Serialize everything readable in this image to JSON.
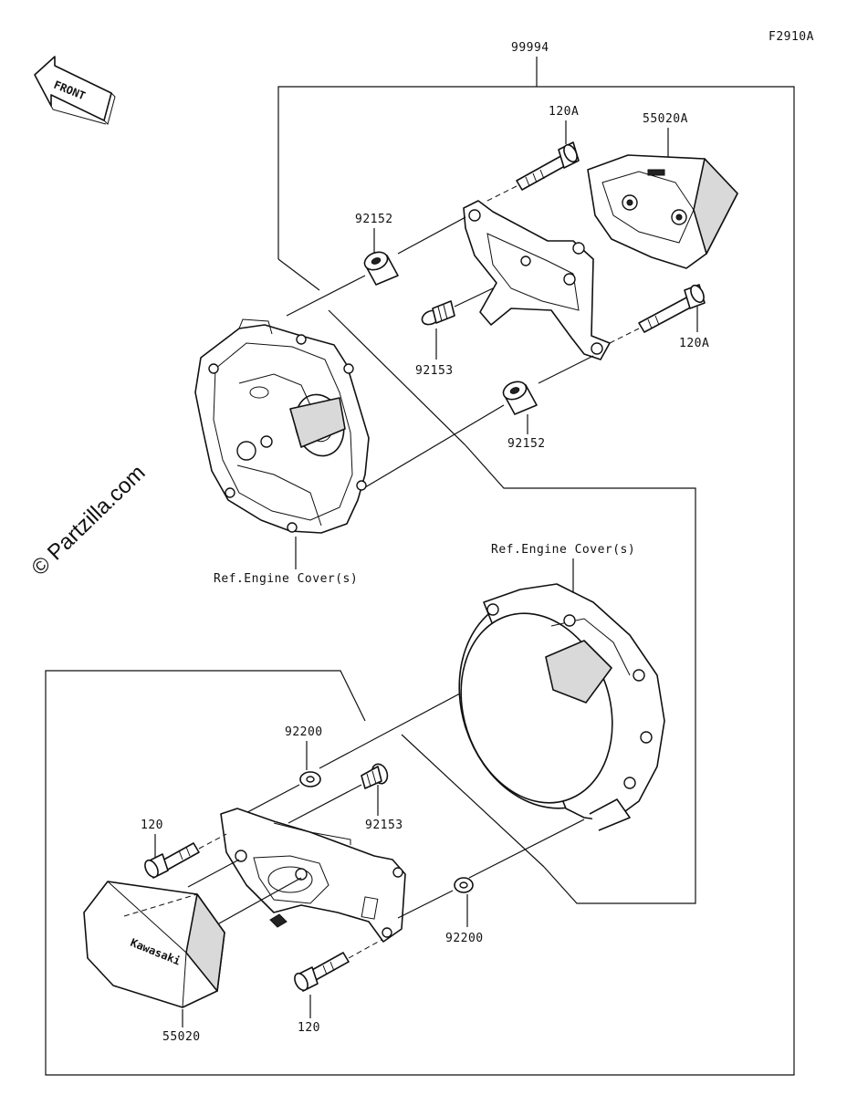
{
  "figure_code": "F2910A",
  "front_arrow": {
    "text": "FRONT"
  },
  "watermark": "© Partzilla.com",
  "kit_number": "99994",
  "logo_text": "Kawasaki",
  "labels": {
    "bolt_upper_1": "120A",
    "guard_upper": "55020A",
    "collar_upper": "92152",
    "screw_upper": "92153",
    "bolt_upper_2": "120A",
    "collar_lower": "92152",
    "ref_engine_cover_left": "Ref.Engine Cover(s)",
    "ref_engine_cover_right": "Ref.Engine Cover(s)",
    "washer_upper": "92200",
    "screw_lower": "92153",
    "bolt_lower_1": "120",
    "washer_lower": "92200",
    "guard_lower": "55020",
    "bolt_lower_2": "120"
  }
}
